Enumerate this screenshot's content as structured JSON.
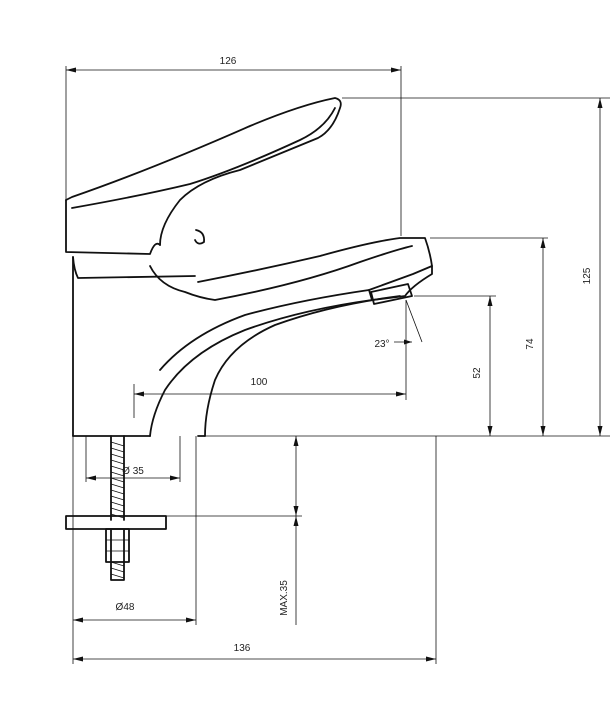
{
  "dimensions": {
    "top_width": "126",
    "total_height": "125",
    "spout_height": "74",
    "outlet_height": "52",
    "spout_angle": "23°",
    "spout_reach": "100",
    "shank_diameter": "Ø 35",
    "base_diameter": "Ø48",
    "max_thickness": "MAX.35",
    "total_length": "136"
  }
}
